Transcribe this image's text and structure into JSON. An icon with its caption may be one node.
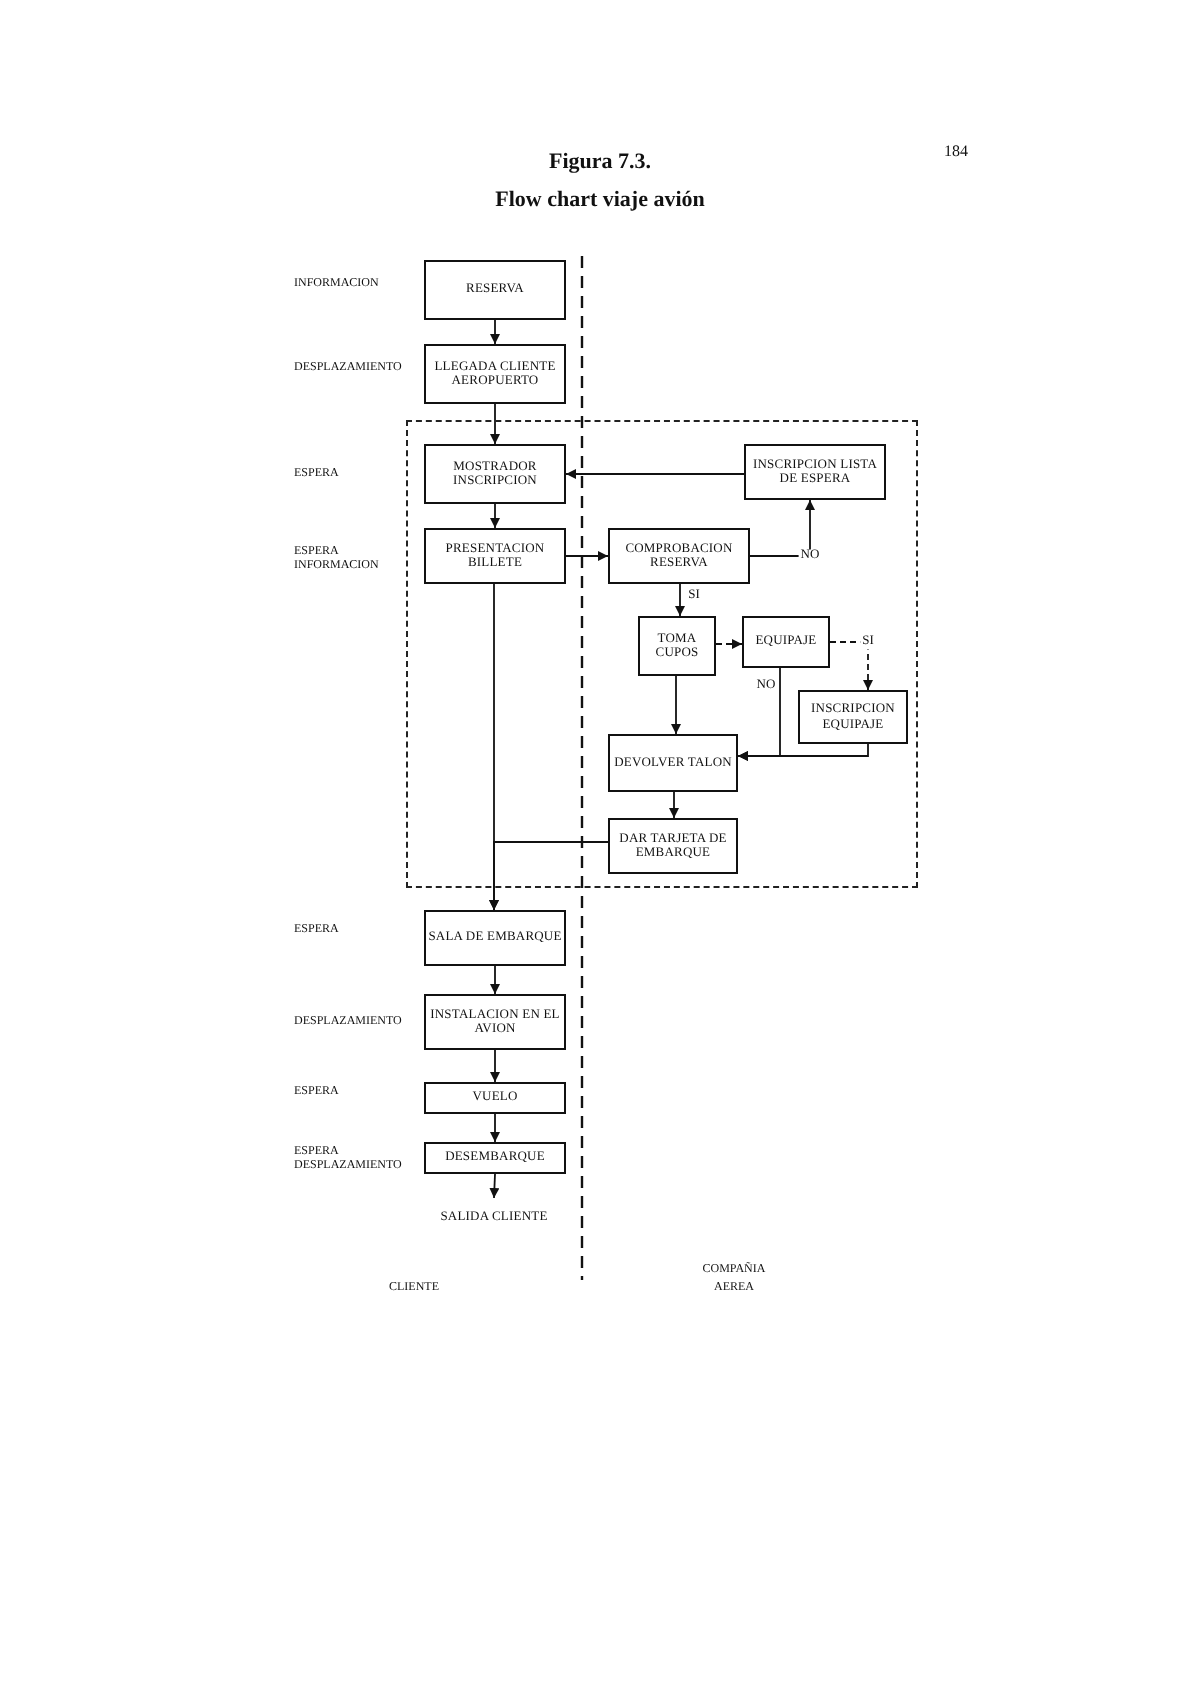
{
  "diagram": {
    "title": "Flow chart viaje avión",
    "nodes": [
      {
        "text": [
          "RESERVA"
        ]
      },
      {
        "text": [
          "LLEGADA CLIENTE AEROPUERTO"
        ]
      },
      {
        "text": [],
        "shape": "box"
      },
      {
        "text": [
          "MOSTRADOR INSCRIPCION"
        ],
        "in": 2
      },
      {
        "text": [
          "INSCRIPCION LISTA DE ESPERA"
        ],
        "in": 2
      },
      {
        "text": [
          "PRESENTACION BILLETE"
        ],
        "in": 2
      },
      {
        "text": [
          "COMPROBACION RESERVA"
        ],
        "in": 2
      },
      {
        "text": [
          "TOMA CUPOS"
        ],
        "in": 2
      },
      {
        "text": [
          "EQUIPAJE"
        ],
        "in": 2
      },
      {
        "text": [
          "INSCRIPCION EQUIPAJE"
        ],
        "in": 2
      },
      {
        "text": [
          "DEVOLVER TALON"
        ],
        "in": 2
      },
      {
        "text": [
          "DAR TARJETA DE EMBARQUE"
        ],
        "in": 2
      },
      {
        "text": [
          "SALA DE EMBARQUE"
        ]
      },
      {
        "text": [
          "INSTALACION EN EL AVION"
        ]
      },
      {
        "text": [
          "VUELO"
        ]
      },
      {
        "text": [
          "DESEMBARQUE"
        ]
      },
      {
        "text": [
          "SALIDA CLIENTE"
        ]
      }
    ],
    "edges": [
      {
        "from": 0,
        "to": 1,
        "arrow": "to"
      },
      {
        "from": 1,
        "to": 3,
        "arrow": "to"
      },
      {
        "from": 4,
        "to": 3,
        "arrow": "to"
      },
      {
        "from": 3,
        "to": 5,
        "arrow": "to"
      },
      {
        "from": 5,
        "to": 6,
        "arrow": "to"
      },
      {
        "from": 6,
        "to": 4,
        "arrow": "to",
        "label": "NO"
      },
      {
        "from": 6,
        "to": 7,
        "arrow": "to",
        "label": "SI"
      },
      {
        "from": 7,
        "to": 8,
        "arrow": "to",
        "style": "dashed"
      },
      {
        "from": 8,
        "to": 9,
        "arrow": "to",
        "label": "SI",
        "style": "dashed"
      },
      {
        "from": 8,
        "to": 10,
        "arrow": "to",
        "label": "NO"
      },
      {
        "from": 7,
        "to": 10,
        "arrow": "to"
      },
      {
        "from": 9,
        "to": 10,
        "arrow": "to"
      },
      {
        "from": 10,
        "to": 11,
        "arrow": "to"
      },
      {
        "from": 5,
        "to": 12,
        "arrow": "to"
      },
      {
        "from": 11,
        "to": 12,
        "arrow": "to"
      },
      {
        "from": 12,
        "to": 13,
        "arrow": "to"
      },
      {
        "from": 13,
        "to": 14,
        "arrow": "to"
      },
      {
        "from": 14,
        "to": 15,
        "arrow": "to"
      },
      {
        "from": 15,
        "to": 16,
        "arrow": "to"
      }
    ],
    "labels": [
      "184",
      "Figura 7.3.",
      "INFORMACION",
      "DESPLAZAMIENTO",
      "ESPERA",
      "ESPERA INFORMACION",
      "ESPERA",
      "DESPLAZAMIENTO",
      "ESPERA",
      "ESPERA DESPLAZAMIENTO",
      "CLIENTE",
      "COMPAÑIA AEREA"
    ]
  }
}
